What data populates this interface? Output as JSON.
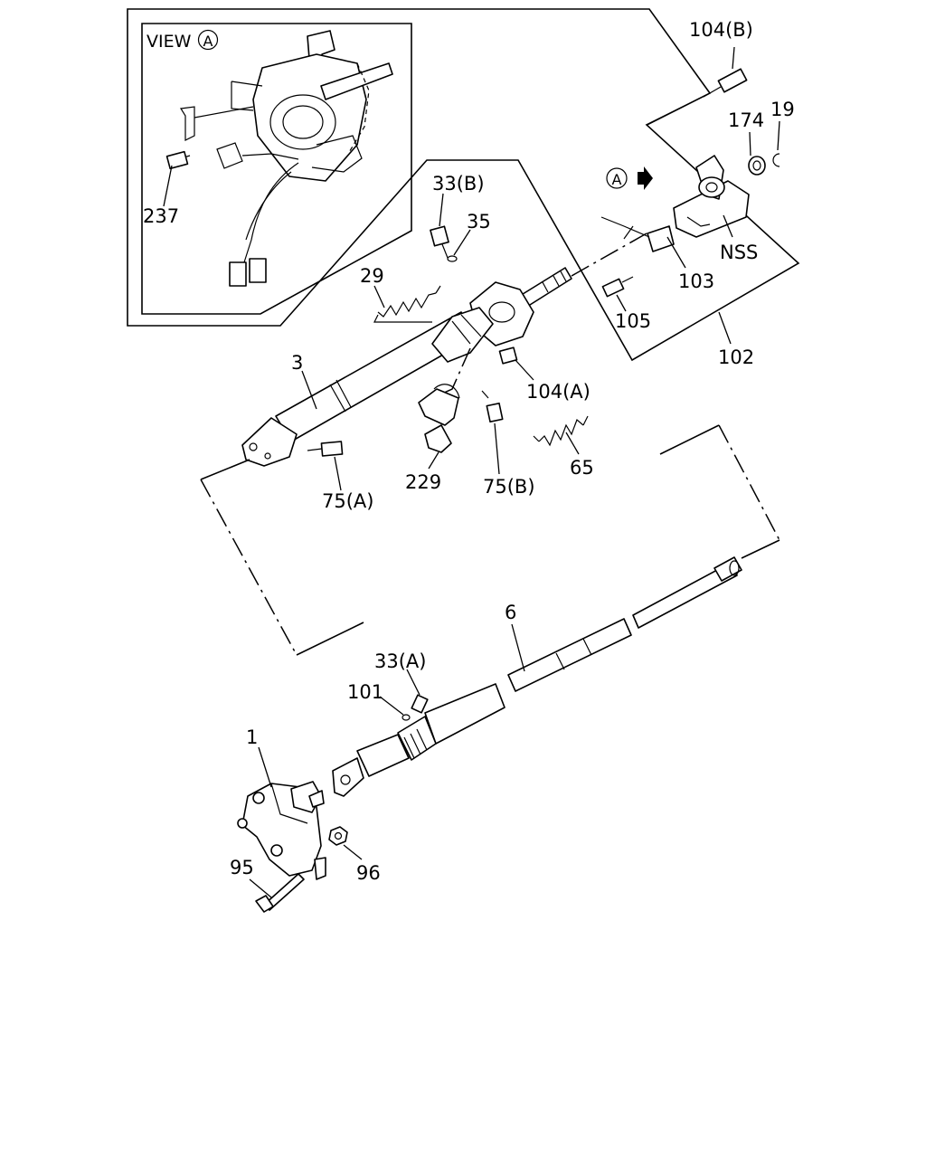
{
  "inset": {
    "view_word": "VIEW",
    "view_letter": "A",
    "labels": {
      "p237": "237"
    }
  },
  "view_marker_letter": "A",
  "callouts": {
    "p104b": "104(B)",
    "p174": "174",
    "p19": "19",
    "p33b": "33(B)",
    "p35": "35",
    "p29": "29",
    "nss": "NSS",
    "p103": "103",
    "p105": "105",
    "p102": "102",
    "p3": "3",
    "p104a": "104(A)",
    "p65": "65",
    "p229": "229",
    "p75b": "75(B)",
    "p75a": "75(A)",
    "p6": "6",
    "p33a": "33(A)",
    "p101": "101",
    "p1": "1",
    "p95": "95",
    "p96": "96"
  }
}
